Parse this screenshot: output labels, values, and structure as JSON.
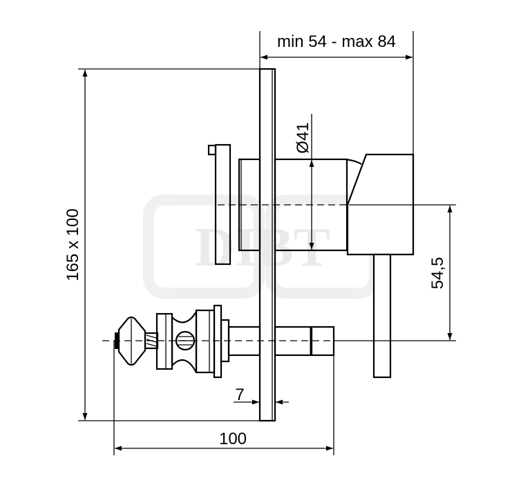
{
  "drawing": {
    "dim_top": "min 54 - max 84",
    "dim_height": "165 x 100",
    "dim_diameter": "Ø41",
    "dim_offset": "54,5",
    "dim_plate": "7",
    "dim_depth": "100"
  },
  "watermark": {
    "text": "DIBT",
    "mark": "®"
  }
}
